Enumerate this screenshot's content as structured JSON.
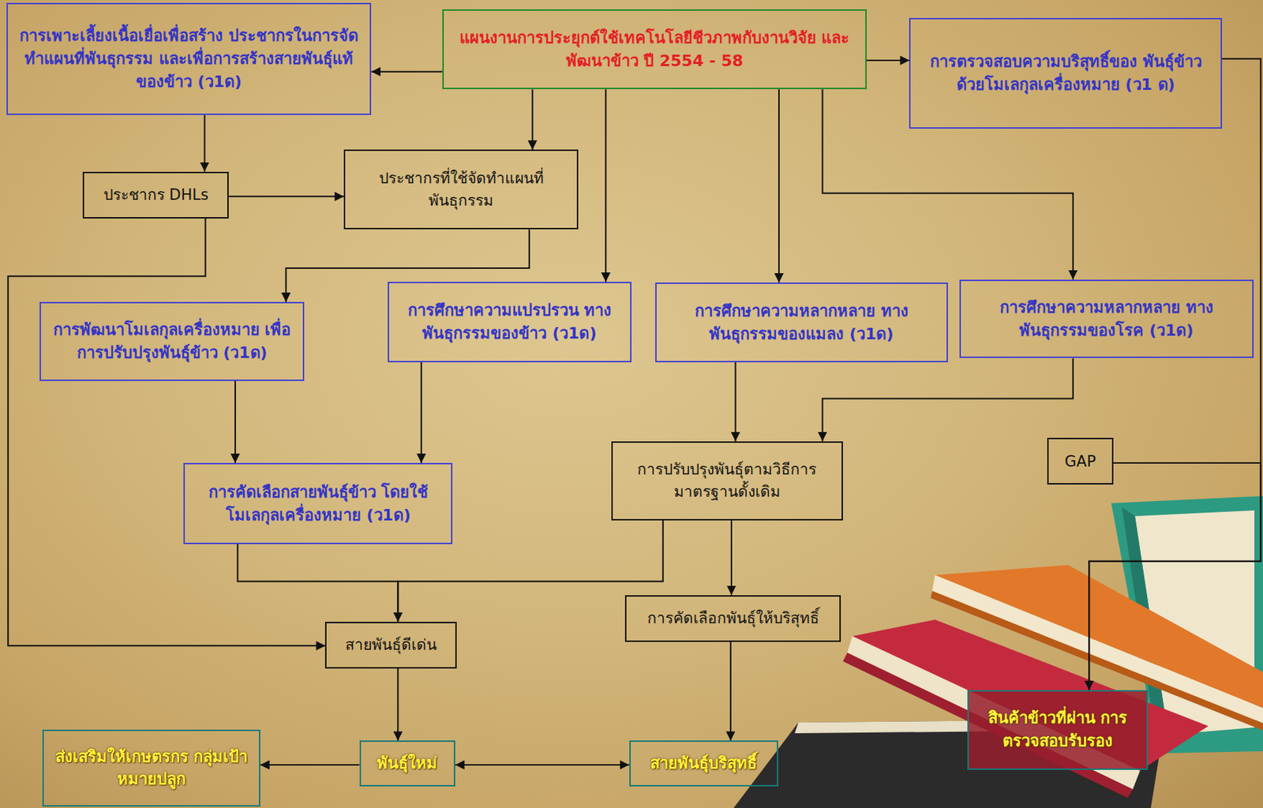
{
  "diagram": {
    "nodes": [
      {
        "text": [
          "แผนงานการประยุกต์ใช้เทคโนโลยีชีวภาพกับงานวิจัย และพัฒนาข้าว ปี 2554 - 58"
        ]
      },
      {
        "text": [
          "การเพาะเลี้ยงเนื้อเยื่อเพื่อสร้าง ประชากรในการจัดทำแผนที่พันธุกรรม และเพื่อการสร้างสายพันธุ์แท้ของข้าว (ว1ด)"
        ]
      },
      {
        "text": [
          "การตรวจสอบความบริสุทธิ์ของ พันธุ์ข้าวด้วยโมเลกุลเครื่องหมาย (ว1 ด)"
        ]
      },
      {
        "text": [
          "ประชากร DHLs"
        ]
      },
      {
        "text": [
          "ประชากรที่ใช้จัดทำแผนที่ พันธุกรรม"
        ]
      },
      {
        "text": [
          "การพัฒนาโมเลกุลเครื่องหมาย เพื่อการปรับปรุงพันธุ์ข้าว (ว1ด)"
        ]
      },
      {
        "text": [
          "การศึกษาความแปรปรวน ทางพันธุกรรมของข้าว (ว1ด)"
        ]
      },
      {
        "text": [
          "การศึกษาความหลากหลาย ทางพันธุกรรมของแมลง (ว1ด)"
        ]
      },
      {
        "text": [
          "การศึกษาความหลากหลาย ทางพันธุกรรมของโรค (ว1ด)"
        ]
      },
      {
        "text": [
          "การคัดเลือกสายพันธุ์ข้าว โดยใช้โมเลกุลเครื่องหมาย (ว1ด)"
        ]
      },
      {
        "text": [
          "การปรับปรุงพันธุ์ตามวิธีการ มาตรฐานดั้งเดิม"
        ]
      },
      {
        "text": [
          "GAP"
        ]
      },
      {
        "text": [
          "สายพันธุ์ดีเด่น"
        ]
      },
      {
        "text": [
          "การคัดเลือกพันธุ์ให้บริสุทธิ์"
        ]
      },
      {
        "text": [
          "สินค้าข้าวที่ผ่าน การตรวจสอบรับรอง"
        ]
      },
      {
        "text": [
          "ส่งเสริมให้เกษตรกร กลุ่มเป้าหมายปลูก"
        ]
      },
      {
        "text": [
          "พันธุ์ใหม่"
        ]
      },
      {
        "text": [
          "สายพันธุ์บริสุทธิ์"
        ]
      }
    ],
    "edges": [
      {
        "from": 0,
        "to": 1,
        "arrow": "to"
      },
      {
        "from": 0,
        "to": 2,
        "arrow": "to"
      },
      {
        "from": 0,
        "to": 4,
        "arrow": "to"
      },
      {
        "from": 0,
        "to": 6,
        "arrow": "to"
      },
      {
        "from": 0,
        "to": 7,
        "arrow": "to"
      },
      {
        "from": 0,
        "to": 8,
        "arrow": "to"
      },
      {
        "from": 1,
        "to": 3,
        "arrow": "to"
      },
      {
        "from": 3,
        "to": 4,
        "arrow": "to"
      },
      {
        "from": 3,
        "to": 12,
        "arrow": "to"
      },
      {
        "from": 4,
        "to": 5,
        "arrow": "to"
      },
      {
        "from": 5,
        "to": 9,
        "arrow": "to"
      },
      {
        "from": 6,
        "to": 9,
        "arrow": "to"
      },
      {
        "from": 7,
        "to": 10,
        "arrow": "to"
      },
      {
        "from": 8,
        "to": 10,
        "arrow": "to"
      },
      {
        "from": 9,
        "to": 12,
        "arrow": "to"
      },
      {
        "from": 10,
        "to": 12,
        "arrow": "to"
      },
      {
        "from": 10,
        "to": 13,
        "arrow": "to"
      },
      {
        "from": 13,
        "to": 17,
        "arrow": "to"
      },
      {
        "from": 12,
        "to": 16,
        "arrow": "to"
      },
      {
        "from": 16,
        "to": 15,
        "arrow": "to"
      },
      {
        "from": 16,
        "to": 17,
        "arrow": "both"
      },
      {
        "from": 2,
        "to": 14,
        "arrow": "to"
      },
      {
        "from": 11,
        "to": 14,
        "arrow": "to"
      }
    ]
  }
}
